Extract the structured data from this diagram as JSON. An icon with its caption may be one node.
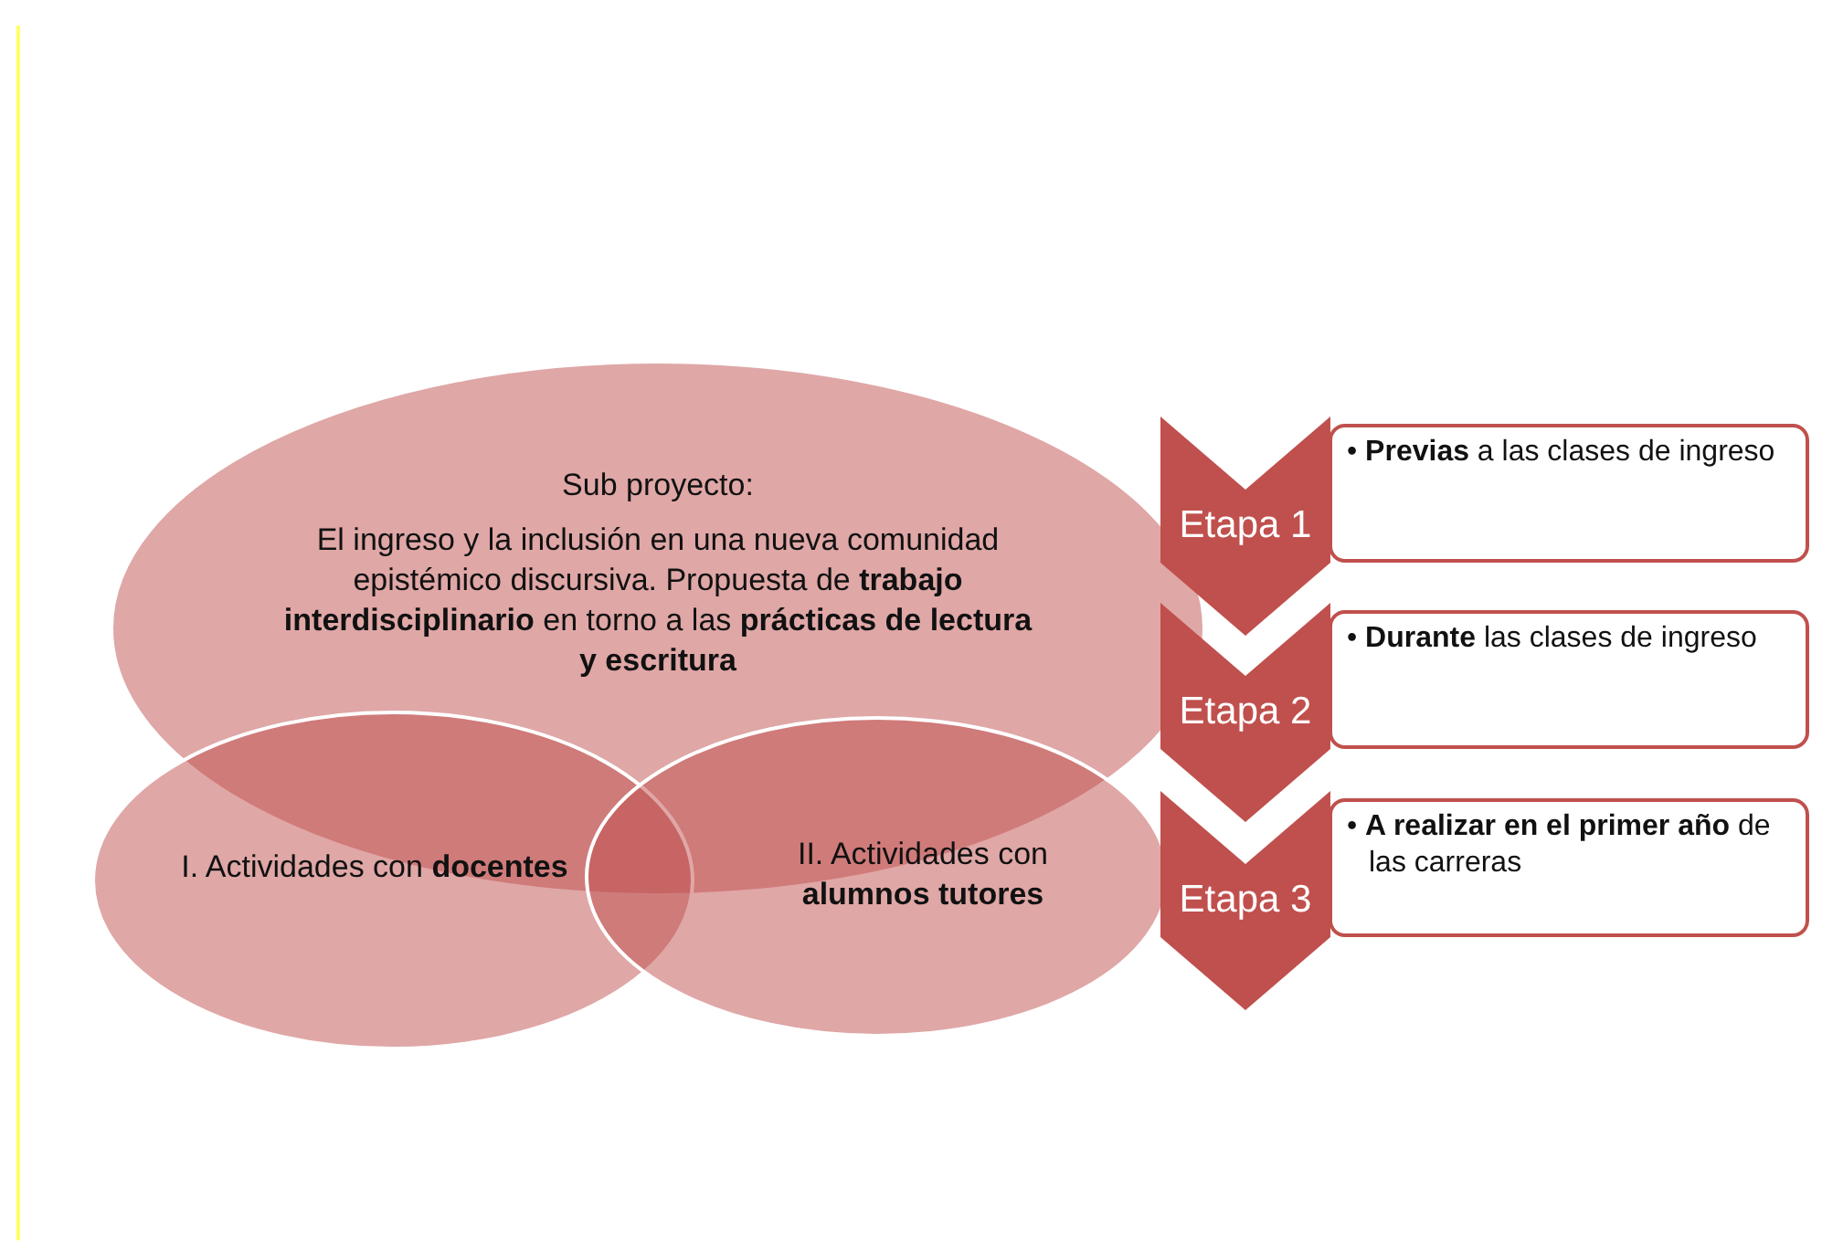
{
  "diagram": {
    "nodes": [
      {
        "text": [
          "Sub proyecto:",
          "El ingreso y la inclusión en una nueva comunidad epistémico discursiva. Propuesta de **trabajo interdisciplinario** en torno a las **prácticas de lectura y escritura**"
        ]
      },
      {
        "text": [
          "I. Actividades con **docentes**"
        ]
      },
      {
        "text": [
          "II. Actividades con **alumnos tutores**"
        ]
      },
      {
        "text": [
          "Etapa 1"
        ]
      },
      {
        "text": [
          "• **Previas** a las clases de ingreso"
        ]
      },
      {
        "text": [
          "Etapa 2"
        ]
      },
      {
        "text": [
          "• **Durante** las clases de ingreso"
        ]
      },
      {
        "text": [
          "Etapa 3"
        ]
      },
      {
        "text": [
          "• **A realizar en el primer año** de las carreras"
        ]
      }
    ],
    "edges": []
  }
}
